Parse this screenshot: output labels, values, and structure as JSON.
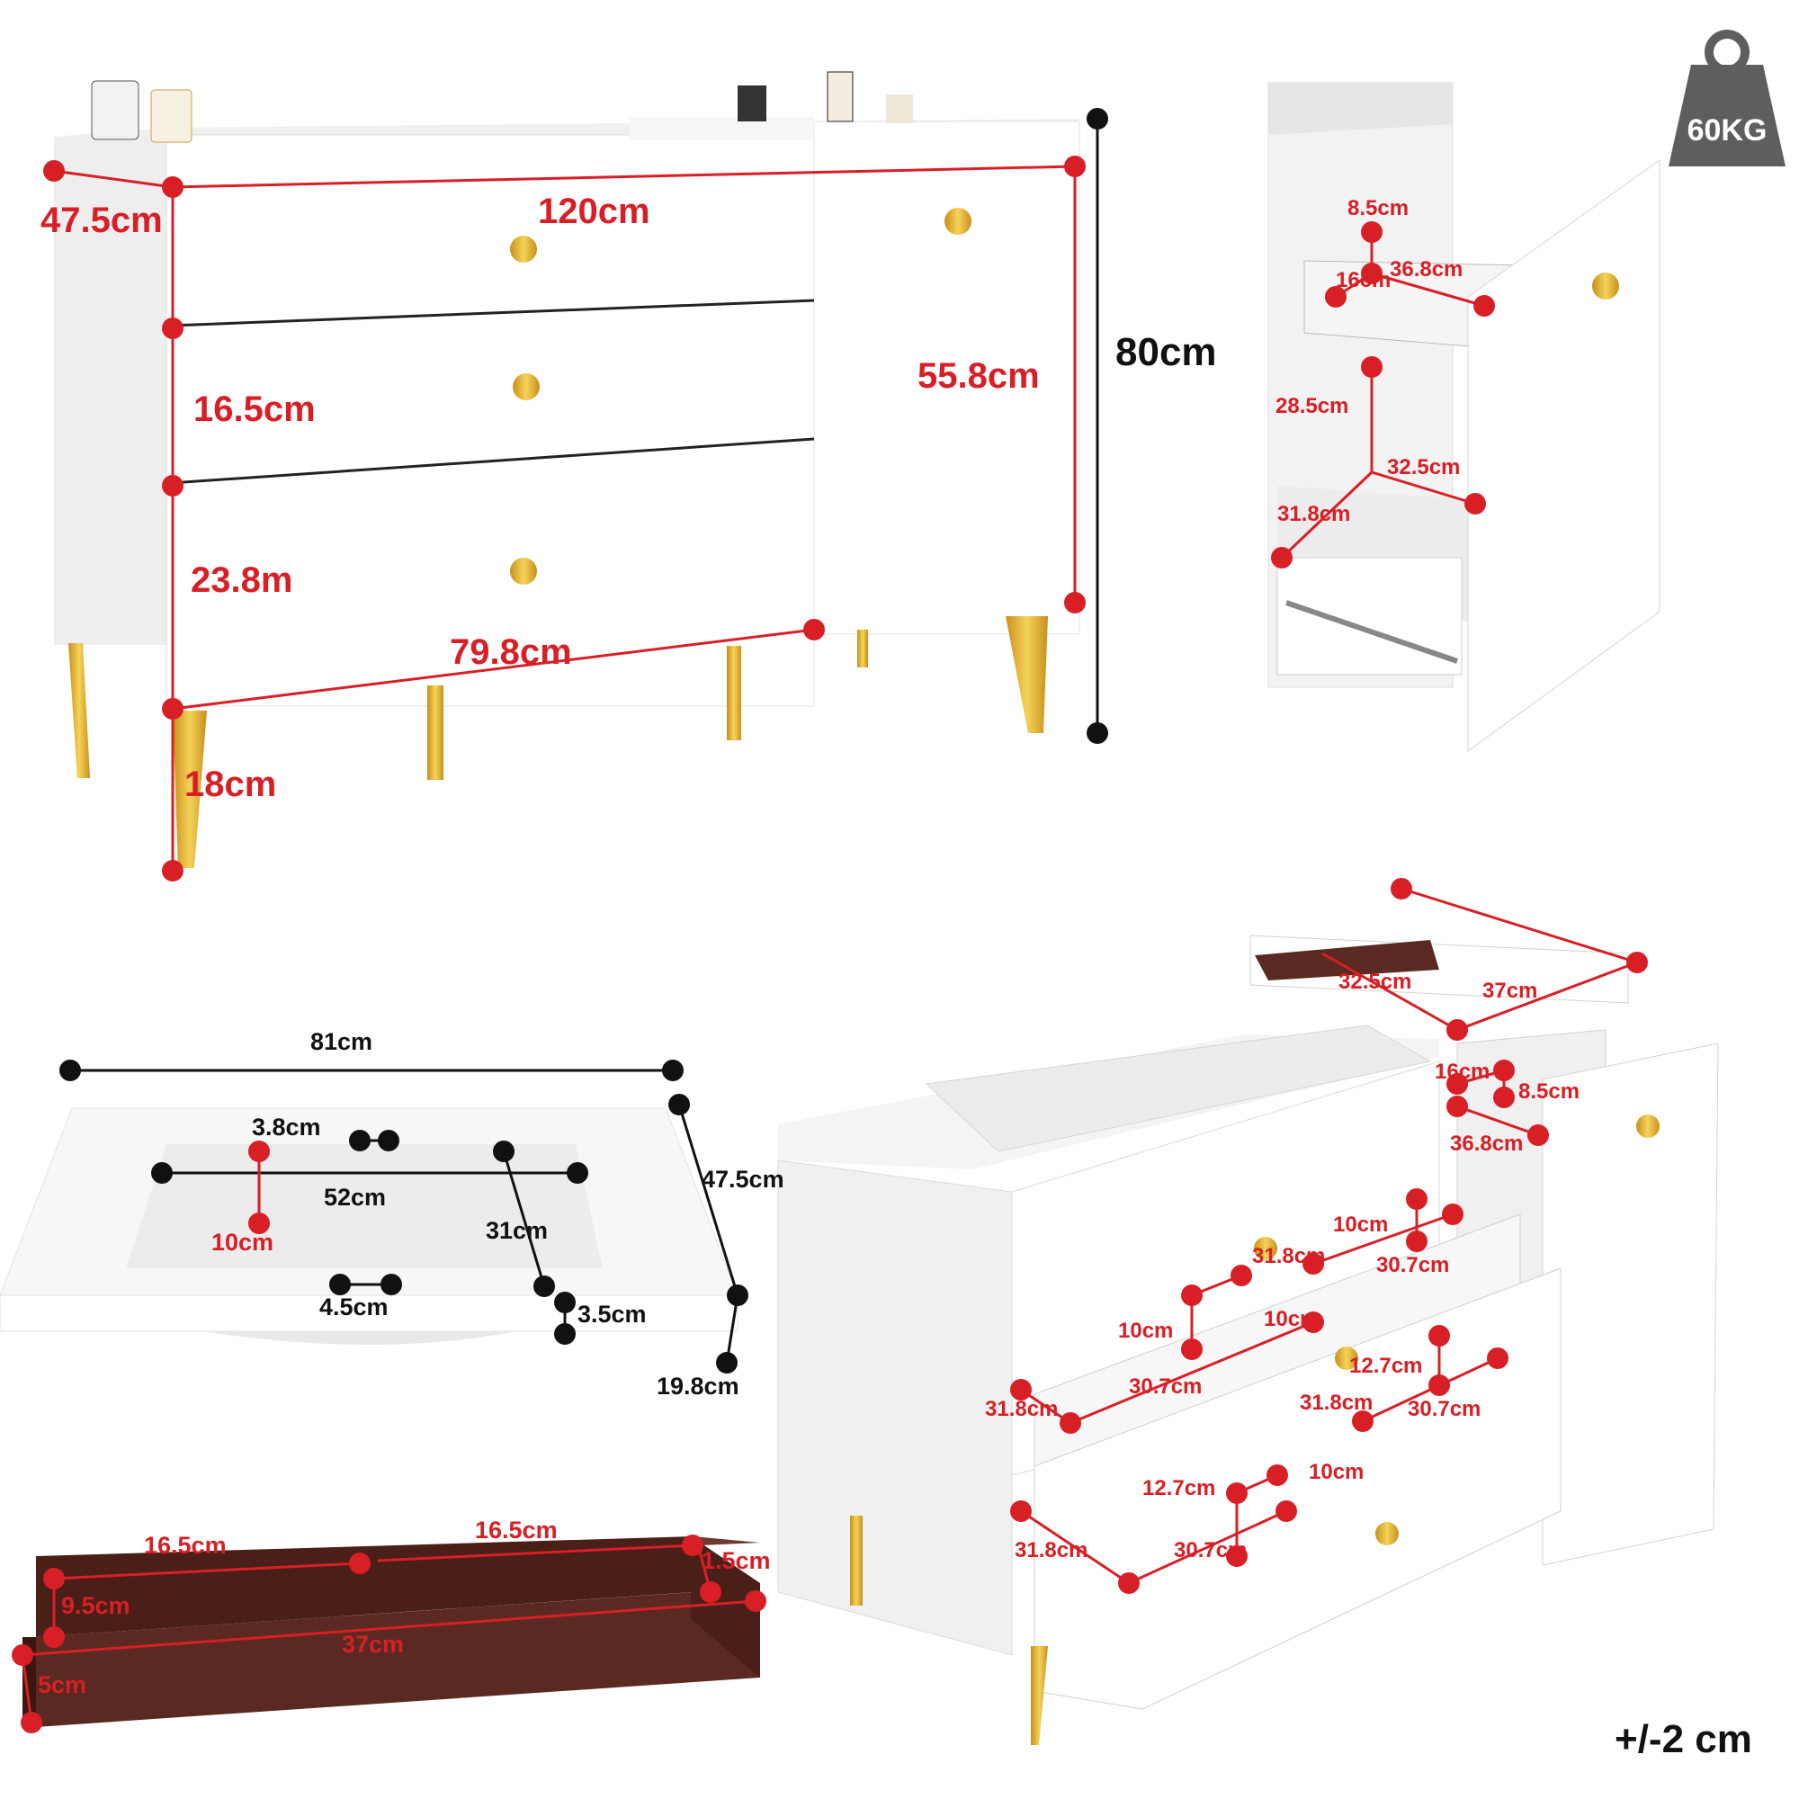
{
  "colors": {
    "dimension_line": "#d81f26",
    "black_line": "#111111",
    "cabinet_white": "#ffffff",
    "cabinet_shade": "#e9e9e9",
    "gold_legs": "#e2b42a",
    "wood_tray": "#5a2a22",
    "weight_badge": "#5e5e5e"
  },
  "badge": {
    "icon": "weight-icon",
    "label": "60KG"
  },
  "main_cabinet": {
    "depth": "47.5cm",
    "width": "120cm",
    "height": "80cm",
    "side_cabinet_height": "55.8cm",
    "top_drawer_height": "16.5cm",
    "bottom_drawer_height": "23.8m",
    "drawer_width": "79.8cm",
    "leg_height": "18cm"
  },
  "side_cabinet_interior": {
    "tray_height": "8.5cm",
    "tray_depth": "16cm",
    "tray_width": "36.8cm",
    "interior_height": "28.5cm",
    "interior_width": "32.5cm",
    "interior_depth": "31.8cm"
  },
  "basin": {
    "width": "81cm",
    "depth": "47.5cm",
    "faucet_hole": "3.8cm",
    "bowl_width": "52cm",
    "faucet_offset": "10cm",
    "bowl_depth": "31cm",
    "drain": "4.5cm",
    "rim": "3.5cm",
    "total_height": "19.8cm"
  },
  "tray": {
    "left_compartment": "16.5cm",
    "right_compartment": "16.5cm",
    "thickness": "1.5cm",
    "inner_depth": "9.5cm",
    "length": "37cm",
    "height": "5cm"
  },
  "assembled_view": {
    "tray_length": "32.5cm",
    "top_width": "37cm",
    "shelf_depth": "16cm",
    "shelf_height": "8.5cm",
    "shelf_width": "36.8cm",
    "top_drawer": {
      "inner_height": "10cm",
      "depth": "31.8cm",
      "width": "30.7cm",
      "divider_height": "10cm",
      "divider_width": "10cm",
      "front_depth": "31.8cm",
      "front_width": "30.7cm"
    },
    "bottom_drawer": {
      "inner_height": "12.7cm",
      "depth": "31.8cm",
      "width": "30.7cm",
      "divider_height": "12.7cm",
      "divider_width": "10cm",
      "front_depth": "31.8cm",
      "front_width": "30.7cm"
    }
  },
  "tolerance": "+/-2 cm"
}
